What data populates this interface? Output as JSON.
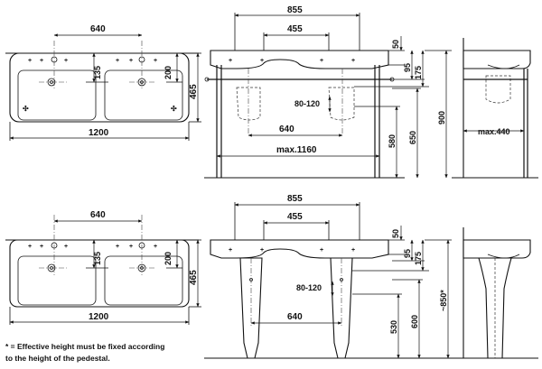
{
  "drawing_1": {
    "plan": {
      "dims": {
        "top_spacing": "640",
        "faucet_depth": "135",
        "right_depth": "200",
        "overall_depth": "465",
        "overall_width": "1200"
      }
    },
    "front": {
      "dims": {
        "top_width": "855",
        "inner_spacing": "455",
        "top_thickness": "50",
        "rail_offset": "95",
        "rail_height": "175",
        "waste_range": "80-120",
        "trap_spacing": "640",
        "frame_width": "max.1160",
        "trap_height": "580",
        "rail_floor_height": "650",
        "overall_height": "900"
      }
    },
    "side": {
      "dims": {
        "frame_depth": "max.440"
      }
    }
  },
  "drawing_2": {
    "plan": {
      "dims": {
        "top_spacing": "640",
        "faucet_depth": "135",
        "right_depth": "200",
        "overall_depth": "465",
        "overall_width": "1200"
      }
    },
    "front": {
      "dims": {
        "top_width": "855",
        "inner_spacing": "455",
        "top_thickness": "50",
        "rail_offset": "95",
        "rail_height": "175",
        "waste_range": "80-120",
        "pedestal_spacing": "640",
        "waste_height": "530",
        "rim_height": "600",
        "effective_height": "~850*"
      }
    }
  },
  "footnote": {
    "line1": "* = Effective height must be fixed according",
    "line2": "to the height of the pedestal."
  }
}
